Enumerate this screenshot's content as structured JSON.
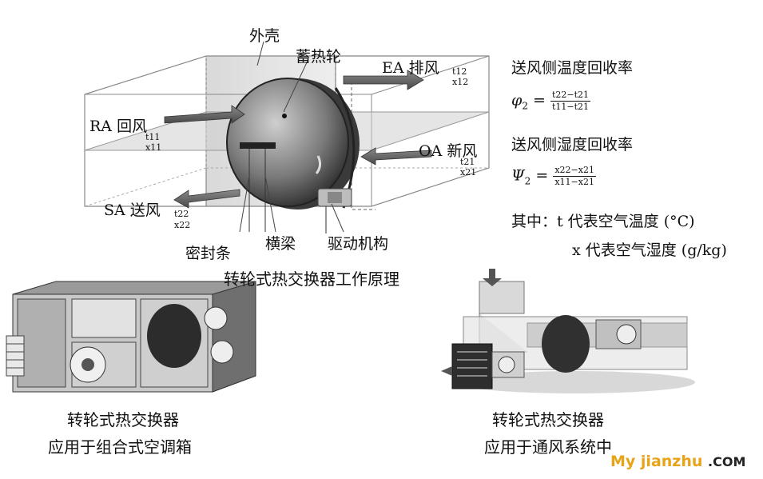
{
  "diagram": {
    "label_shell": "外壳",
    "label_wheel": "蓄热轮",
    "label_ea": "EA 排风",
    "ea_t": "t12",
    "ea_x": "x12",
    "label_ra": "RA 回风",
    "ra_t": "t11",
    "ra_x": "x11",
    "label_oa": "OA 新风",
    "oa_t": "t21",
    "oa_x": "x21",
    "label_sa": "SA 送风",
    "sa_t": "t22",
    "sa_x": "x22",
    "label_seal": "密封条",
    "label_beam": "横梁",
    "label_drive": "驱动机构",
    "caption_main": "转轮式热交换器工作原理"
  },
  "formulas": {
    "temp_title": "送风侧温度回收率",
    "phi_symbol": "φ",
    "phi_sub": "2",
    "equals": "=",
    "phi_num": "t22−t21",
    "phi_den": "t11−t21",
    "hum_title": "送风侧湿度回收率",
    "psi_symbol": "Ψ",
    "psi_sub": "2",
    "psi_num": "x22−x21",
    "psi_den": "x11−x21",
    "where_line1": "其中：t 代表空气温度 (°C)",
    "where_line2": "x 代表空气湿度 (g/kg)"
  },
  "photos": {
    "left_caption_1": "转轮式热交换器",
    "left_caption_2": "应用于组合式空调箱",
    "right_caption_1": "转轮式热交换器",
    "right_caption_2": "应用于通风系统中"
  },
  "watermark": {
    "text_my": "My",
    "text_site": "jianzhu",
    "text_com": ".COM",
    "color_my": "#e8a317",
    "color_com": "#222222"
  }
}
